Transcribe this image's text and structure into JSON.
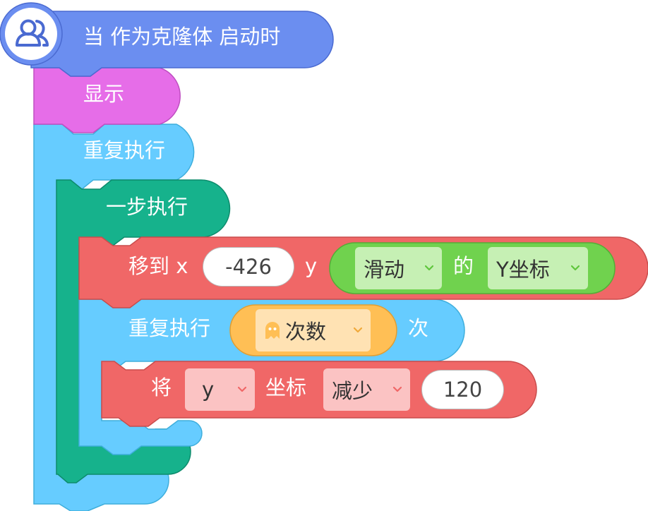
{
  "hat": {
    "label": "当 作为克隆体 启动时",
    "icon": "users-icon"
  },
  "show_block": {
    "label": "显示"
  },
  "forever_block": {
    "label": "重复执行"
  },
  "step_block": {
    "label": "一步执行"
  },
  "move_block": {
    "label": "移到 x",
    "x_value": "-426",
    "y_label": "y",
    "sensor_target": "滑动",
    "of_label": "的",
    "sensor_attr": "Y坐标"
  },
  "repeat_block": {
    "label": "重复执行",
    "count_var": "次数",
    "count_icon": "ghost-icon",
    "suffix": "次"
  },
  "change_block": {
    "label": "将",
    "axis": "y",
    "coord_label": "坐标",
    "op": "减少",
    "value": "120"
  },
  "colors": {
    "hat": "#6b8ef0",
    "looks": "#e66de8",
    "control": "#66ccff",
    "step": "#16b28c",
    "motion": "#f06767",
    "sensing": "#70d24e",
    "variable": "#ffbf55"
  }
}
